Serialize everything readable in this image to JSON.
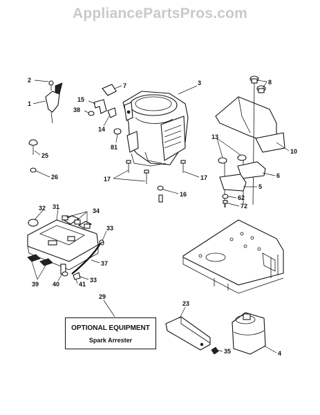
{
  "watermark": "AppliancePartsPros.com",
  "optional_box": {
    "title": "OPTIONAL EQUIPMENT",
    "subtitle": "Spark Arrester"
  },
  "callouts": {
    "c1": "1",
    "c2": "2",
    "c3": "3",
    "c4": "4",
    "c5": "5",
    "c6": "6",
    "c7": "7",
    "c8": "8",
    "c10": "10",
    "c13": "13",
    "c14": "14",
    "c15": "15",
    "c16": "16",
    "c17a": "17",
    "c17b": "17",
    "c23": "23",
    "c25": "25",
    "c26": "26",
    "c29": "29",
    "c31": "31",
    "c32": "32",
    "c33a": "33",
    "c33b": "33",
    "c34": "34",
    "c35": "35",
    "c37": "37",
    "c38": "38",
    "c39": "39",
    "c40": "40",
    "c41": "41",
    "c62": "62",
    "c72": "72",
    "c81": "81"
  }
}
